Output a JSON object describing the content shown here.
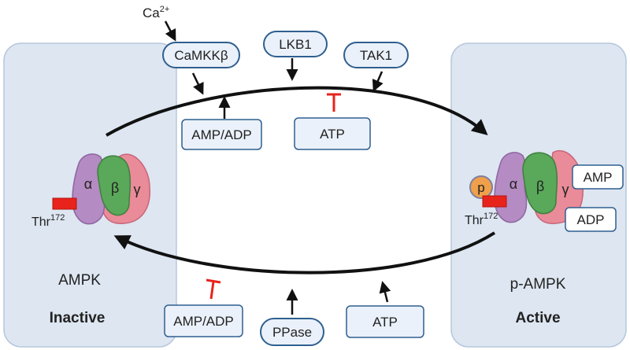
{
  "panels": {
    "left": {
      "name": "AMPK",
      "state": "Inactive",
      "residue": "Thr",
      "residue_sup": "172"
    },
    "right": {
      "name": "p-AMPK",
      "state": "Active",
      "residue": "Thr",
      "residue_sup": "172",
      "phospho": "p"
    }
  },
  "subunits": {
    "alpha": "α",
    "beta": "β",
    "gamma": "γ"
  },
  "activation": {
    "calcium": "Ca",
    "calcium_sup": "2+",
    "kinases": [
      "CaMKKβ",
      "LKB1",
      "TAK1"
    ],
    "promoter": "AMP/ADP",
    "inhibitor": "ATP"
  },
  "deactivation": {
    "inhibitor": "AMP/ADP",
    "phosphatase": "PPase",
    "promoter": "ATP"
  },
  "bound_nucleotides": [
    "AMP",
    "ADP"
  ],
  "colors": {
    "panel_fill": "#dde6f1",
    "panel_stroke": "#b7c7dc",
    "box_fill": "#eaf1fa",
    "box_stroke": "#2f5f8f",
    "alpha": "#b48bc2",
    "beta": "#5aa85a",
    "gamma": "#e98b98",
    "thr": "#e8231c",
    "phospho": "#f0a04b",
    "inhibit": "#e8231c"
  }
}
